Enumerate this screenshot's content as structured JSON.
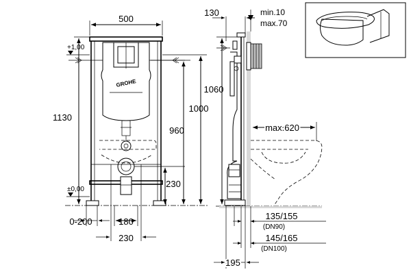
{
  "front_view": {
    "width_top": "500",
    "height_total": "1130",
    "level_top": "+1,00",
    "level_bottom": "±0,00",
    "brand": "GROHE",
    "height_960": "960",
    "height_1000": "1000",
    "height_230": "230",
    "range_0_200": "0-200",
    "width_180": "180",
    "width_230": "230"
  },
  "side_view": {
    "depth_130": "130",
    "min_label": "min.10",
    "max_label": "max.70",
    "height_1060": "1060",
    "max_620": "max.620",
    "dn90_value": "135/155",
    "dn90_note": "(DN90)",
    "dn100_value": "145/165",
    "dn100_note": "(DN100)",
    "depth_195": "195"
  },
  "inset": {
    "icon": "wall-hung-toilet-icon"
  }
}
